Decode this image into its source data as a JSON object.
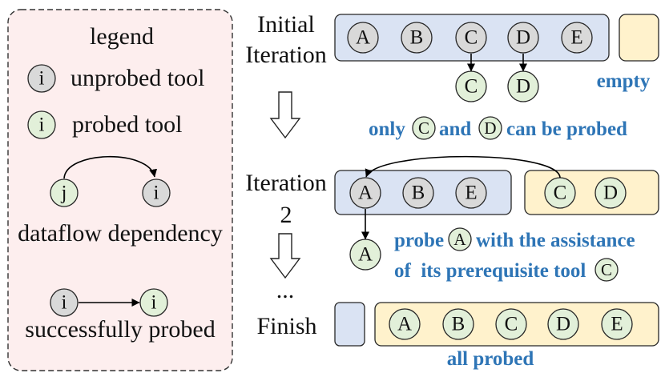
{
  "legend": {
    "title": "legend",
    "unprobed": {
      "symbol": "i",
      "label": "unprobed tool"
    },
    "probed": {
      "symbol": "i",
      "label": "probed tool"
    },
    "dependency": {
      "source": "j",
      "target": "i",
      "label": "dataflow dependency"
    },
    "success": {
      "before": "i",
      "after": "i",
      "label": "successfully probed"
    }
  },
  "stages": {
    "initial": {
      "label": [
        "Initial",
        "Iteration"
      ],
      "unprobed_pool": [
        "A",
        "B",
        "C",
        "D",
        "E"
      ],
      "probed_pool_label": "empty",
      "newly_probed": [
        "C",
        "D"
      ],
      "note": {
        "prefix": "only",
        "tool1": "C",
        "middle": "and",
        "tool2": "D",
        "suffix": "can be probed"
      }
    },
    "iteration2": {
      "label": [
        "Iteration",
        "2"
      ],
      "unprobed_pool": [
        "A",
        "B",
        "E"
      ],
      "probed_pool": [
        "C",
        "D"
      ],
      "newly_probed": [
        "A"
      ],
      "note": {
        "line1_prefix": "probe",
        "line1_tool": "A",
        "line1_suffix": "with the assistance",
        "line2_text": "of  its prerequisite tool",
        "line2_tool": "C"
      }
    },
    "ellipsis": "...",
    "finish": {
      "label": "Finish",
      "probed_pool": [
        "A",
        "B",
        "C",
        "D",
        "E"
      ],
      "note": "all probed"
    }
  },
  "colors": {
    "unprobed_fill": "#d9d9d9",
    "probed_fill": "#e2f0d9",
    "unprobed_pool_fill": "#dae3f3",
    "probed_pool_fill": "#fff2cc",
    "legend_fill": "#fdeeee",
    "note_text": "#2e75b6",
    "outline": "#262626"
  }
}
